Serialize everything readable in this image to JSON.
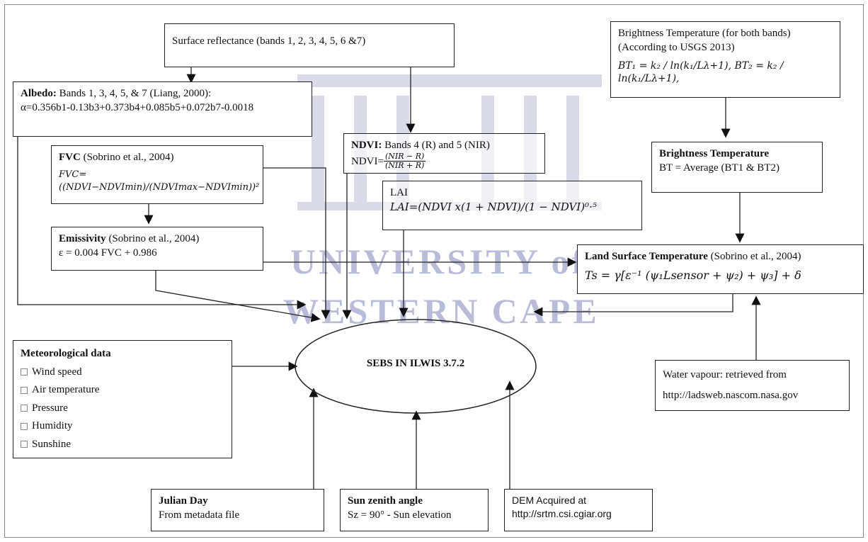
{
  "surface_reflectance": "Surface reflectance (bands 1, 2, 3, 4, 5, 6 &7)",
  "albedo": {
    "title": "Albedo:",
    "desc": " Bands 1, 3, 4, 5, & 7 (Liang, 2000):",
    "formula": "α=0.356b1-0.13b3+0.373b4+0.085b5+0.072b7-0.0018"
  },
  "ndvi": {
    "title": "NDVI:",
    "desc": " Bands 4 (R) and 5 (NIR)",
    "formula_lhs": "NDVI=",
    "num": "(NIR − R)",
    "den": "(NIR + R)"
  },
  "brightness_bands": {
    "line1": "Brightness Temperature (for both bands)",
    "line2": "(According to USGS 2013)",
    "formula": "BT₁ = k₂ / ln(k₁/Lλ+1),  BT₂ = k₂ / ln(k₁/Lλ+1),"
  },
  "fvc": {
    "title": "FVC",
    "cite": " (Sobrino et al., 2004)",
    "formula": "FVC=((NDVI−NDVImin)/(NDVImax−NDVImin))²"
  },
  "brightness": {
    "title": "Brightness Temperature",
    "formula": "BT = Average (BT1 & BT2)"
  },
  "lai": {
    "title": "LAI",
    "formula": "LAI=(NDVI x(1 + NDVI)/(1 − NDVI)⁰·⁵"
  },
  "emissivity": {
    "title": "Emissivity",
    "cite": " (Sobrino et al., 2004)",
    "formula": "ε = 0.004 FVC + 0.986"
  },
  "lst": {
    "title": "Land Surface Temperature",
    "cite": " (Sobrino et al., 2004)",
    "formula": "Ts = γ[ε⁻¹ (ψ₁Lsensor + ψ₂) + ψ₃] + δ"
  },
  "sebs": "SEBS IN ILWIS 3.7.2",
  "meteo": {
    "title": "Meteorological data",
    "items": [
      "Wind speed",
      "Air temperature",
      "Pressure",
      "Humidity",
      "Sunshine"
    ]
  },
  "water_vapour": {
    "line1": "Water vapour: retrieved from",
    "line2": "http://ladsweb.nascom.nasa.gov"
  },
  "julian": {
    "title": "Julian Day",
    "line": "From metadata file"
  },
  "sun": {
    "title": "Sun zenith angle",
    "line": "Sz = 90° - Sun elevation"
  },
  "dem": {
    "line1": "DEM Acquired at",
    "line2": "http://srtm.csi.cgiar.org"
  },
  "watermark": {
    "line1": "UNIVERSITY of the",
    "line2": "WESTERN CAPE"
  }
}
